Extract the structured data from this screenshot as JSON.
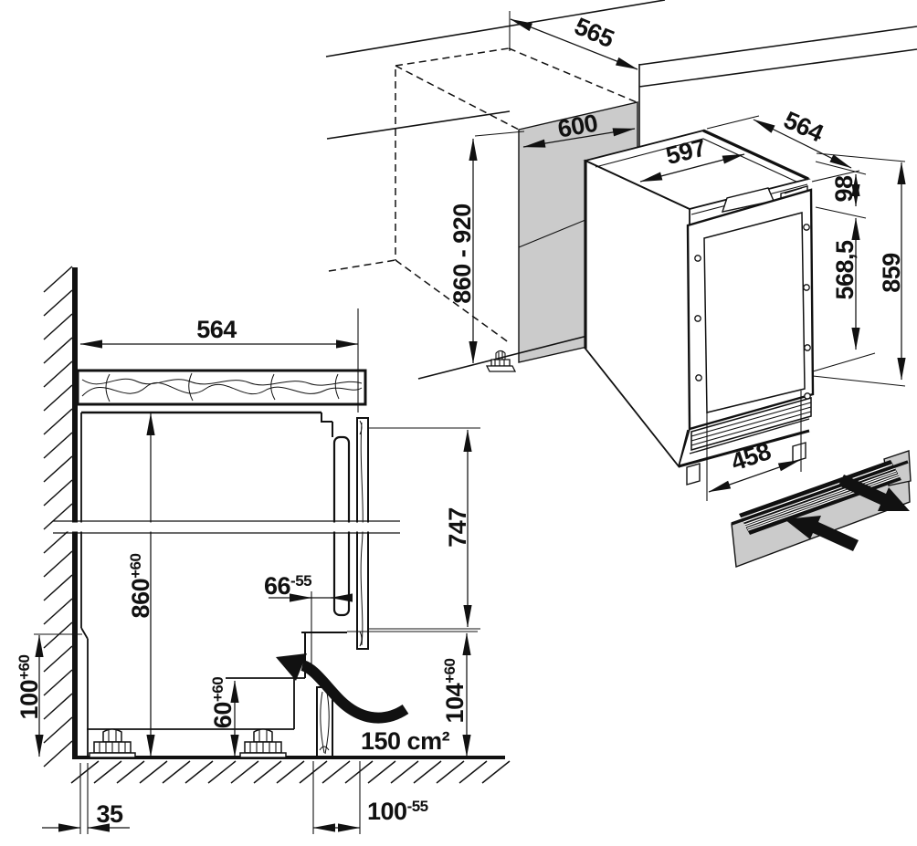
{
  "figure": {
    "kind": "built-under appliance installation drawing",
    "colors": {
      "line": "#111111",
      "panel_gray": "#cbcbcb",
      "background": "#ffffff"
    }
  },
  "section_view": {
    "dims": {
      "niche_width": {
        "value": "564"
      },
      "niche_height": {
        "value": "860",
        "tolerance": "+60"
      },
      "door_length": {
        "value": "747"
      },
      "front_gap": {
        "value": "66",
        "tolerance": "-55"
      },
      "rear_clearance": {
        "value": "100",
        "tolerance": "+60"
      },
      "foot_height": {
        "value": "60",
        "tolerance": "+60"
      },
      "plinth_vent_height": {
        "value": "104",
        "tolerance": "+60"
      },
      "vent_area": {
        "value": "150 cm²"
      },
      "wall_gap": {
        "value": "35"
      },
      "plinth_recess": {
        "value": "100",
        "tolerance": "-55"
      }
    }
  },
  "iso_view": {
    "dims": {
      "niche_depth": {
        "value": "565"
      },
      "niche_width": {
        "value": "600"
      },
      "niche_height_range": {
        "value": "860 - 920"
      },
      "appliance_depth": {
        "value": "564"
      },
      "appliance_width": {
        "value": "597"
      },
      "top_clearance": {
        "value": "98"
      },
      "door_panel_height": {
        "value": "568,5"
      },
      "appliance_height": {
        "value": "859"
      },
      "vent_cutout_width": {
        "value": "458"
      }
    }
  }
}
